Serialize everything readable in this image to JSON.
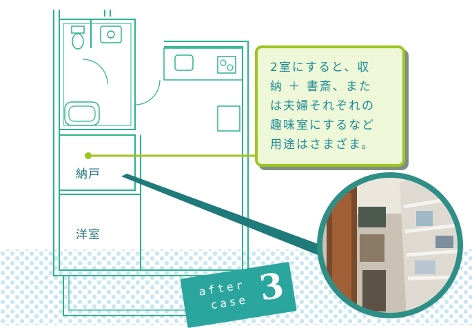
{
  "rooms": {
    "storage": "納戸",
    "western_room": "洋室"
  },
  "callout": {
    "lines": [
      "2室にすると、収",
      "納 ＋ 書斎、また",
      "は夫婦それぞれの",
      "趣味室にするなど",
      "用途はさまざま。"
    ]
  },
  "badge": {
    "word1": "after",
    "word2": "case",
    "number": "3"
  },
  "photo": {
    "subject": "walk-in storage room with shelves"
  },
  "colors": {
    "plan_line": "#2bb38a",
    "callout_border": "#9cc61f",
    "callout_fill": "#eef8d8",
    "callout_text": "#1a8a95",
    "badge": "#2aa69e",
    "dots": "#c9e7f2",
    "marker": "#9cc61f"
  }
}
